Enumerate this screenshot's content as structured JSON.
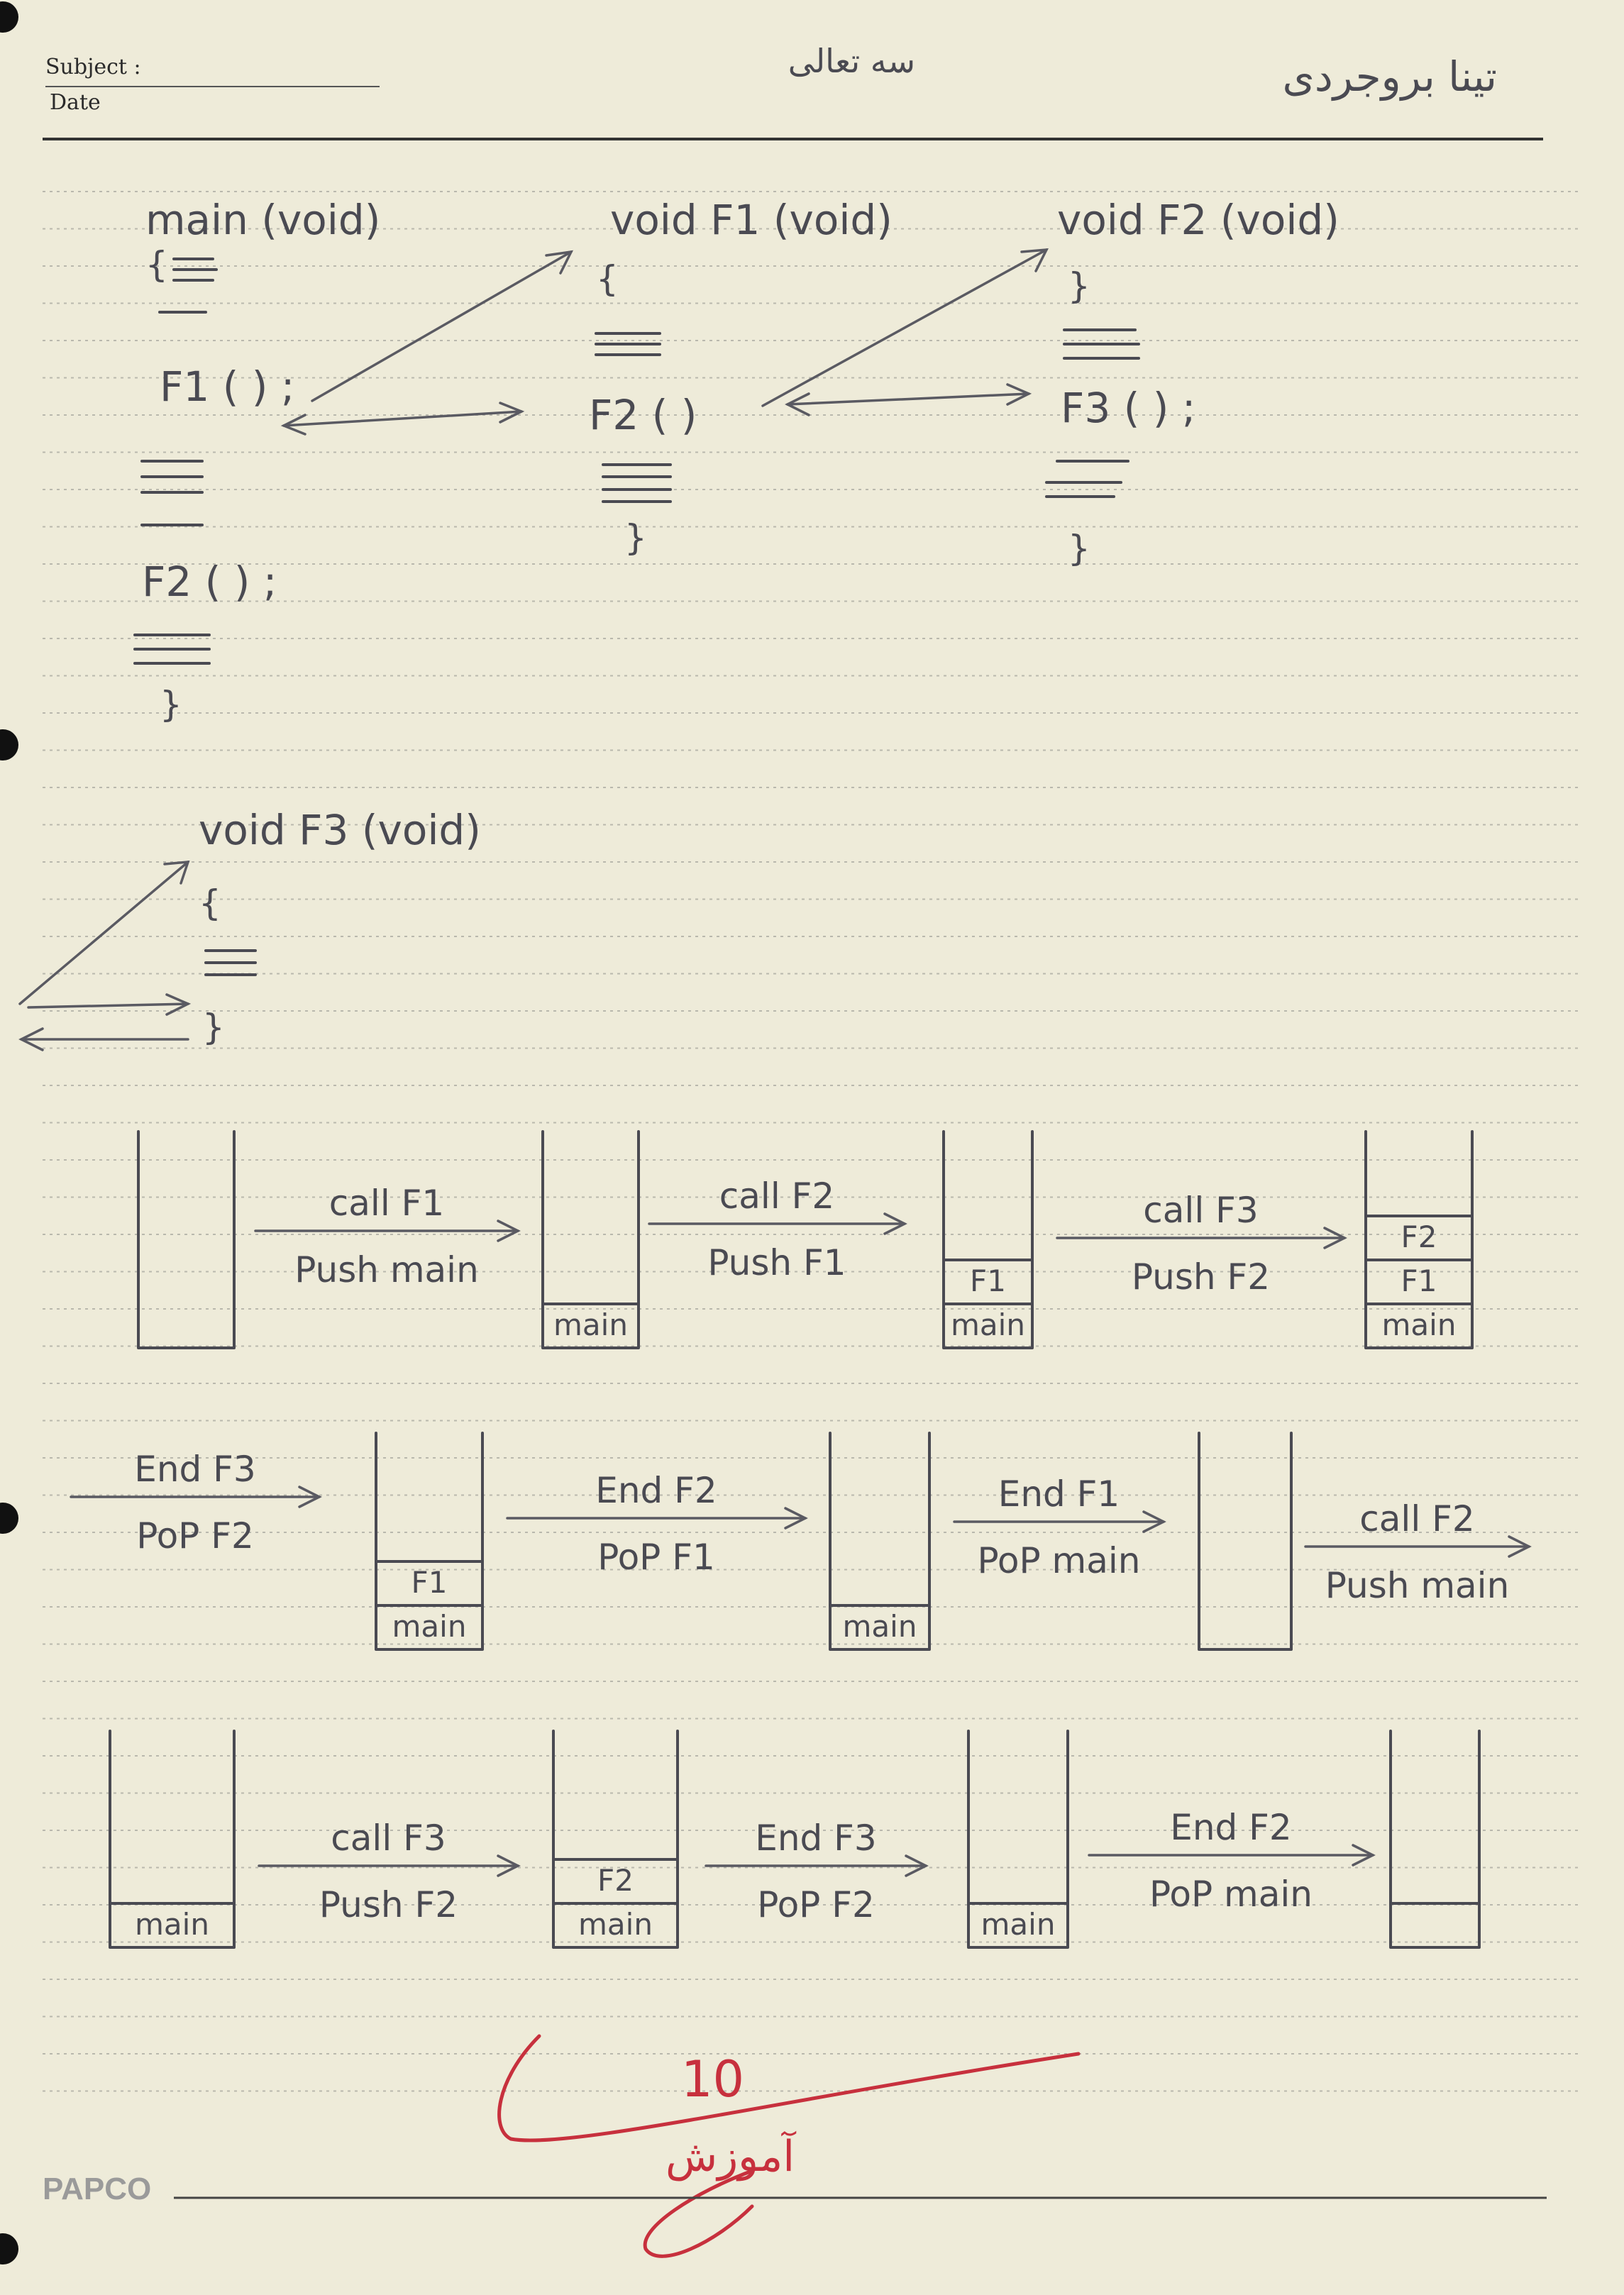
{
  "header": {
    "subject_label": "Subject :",
    "date_label": "Date",
    "center_note": "سه تعالی",
    "student_name": "تینا بروجردی"
  },
  "code": {
    "main_sig": "main (void)",
    "main_call1": "F1 ( ) ;",
    "main_call2": "F2 ( ) ;",
    "f1_sig": "void F1 (void)",
    "f1_call": "F2 ( )",
    "f2_sig": "void F2 (void)",
    "f2_call": "F3 ( ) ;",
    "f3_sig": "void F3 (void)",
    "brace_open": "{",
    "brace_close": "}"
  },
  "stack_row1": {
    "steps": [
      {
        "top": "call F1",
        "bottom": "Push main"
      },
      {
        "top": "call F2",
        "bottom": "Push F1"
      },
      {
        "top": "call F3",
        "bottom": "Push F2"
      }
    ],
    "stacks": [
      [],
      [
        "main"
      ],
      [
        "F1",
        "main"
      ],
      [
        "F2",
        "F1",
        "main"
      ]
    ]
  },
  "stack_row2": {
    "steps": [
      {
        "top": "End F3",
        "bottom": "PoP F2"
      },
      {
        "top": "End F2",
        "bottom": "PoP F1"
      },
      {
        "top": "End F1",
        "bottom": "PoP main"
      },
      {
        "top": "call F2",
        "bottom": "Push main"
      }
    ],
    "stacks": [
      [
        "F1",
        "main"
      ],
      [
        "main"
      ],
      []
    ]
  },
  "stack_row3": {
    "steps": [
      {
        "top": "call F3",
        "bottom": "Push F2"
      },
      {
        "top": "End F3",
        "bottom": "PoP F2"
      },
      {
        "top": "End F2",
        "bottom": "PoP main"
      }
    ],
    "stacks": [
      [
        "main"
      ],
      [
        "F2",
        "main"
      ],
      [
        "main"
      ],
      [
        ""
      ]
    ]
  },
  "grading": {
    "score": "10",
    "signature_word": "آموزش"
  },
  "footer": {
    "brand": "PAPCO"
  },
  "colors": {
    "paper": "#eeebd9",
    "ink": "#4a4a52",
    "red_ink": "#c7303d"
  }
}
